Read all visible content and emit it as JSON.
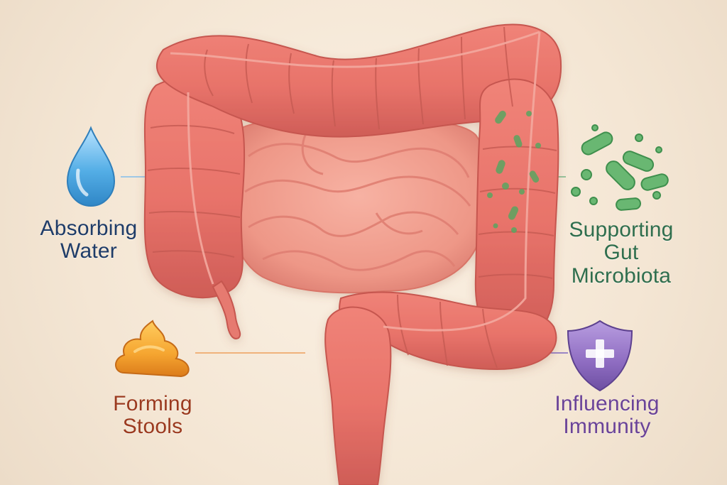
{
  "colors": {
    "background": "#f5e8d7",
    "colon": "#e8786f",
    "colon_shadow": "#c95a54",
    "small_intestine": "#f09a8b",
    "water": "#4da6de",
    "microbiota": "#5fab69",
    "stools": "#e88a25",
    "immunity": "#8b68b3",
    "label_water": "#1f3c68",
    "label_microbiota": "#2f6e4d",
    "label_stools": "#9b3a1f",
    "label_immunity": "#6a4398"
  },
  "callouts": [
    {
      "id": "water",
      "icon": "water-drop-icon",
      "lines": [
        "Absorbing",
        "Water"
      ]
    },
    {
      "id": "microbiota",
      "icon": "bacteria-icon",
      "lines": [
        "Supporting",
        "Gut",
        "Microbiota"
      ]
    },
    {
      "id": "stools",
      "icon": "stool-icon",
      "lines": [
        "Forming",
        "Stools"
      ]
    },
    {
      "id": "immunity",
      "icon": "shield-plus-icon",
      "lines": [
        "Influencing",
        "Immunity"
      ]
    }
  ]
}
